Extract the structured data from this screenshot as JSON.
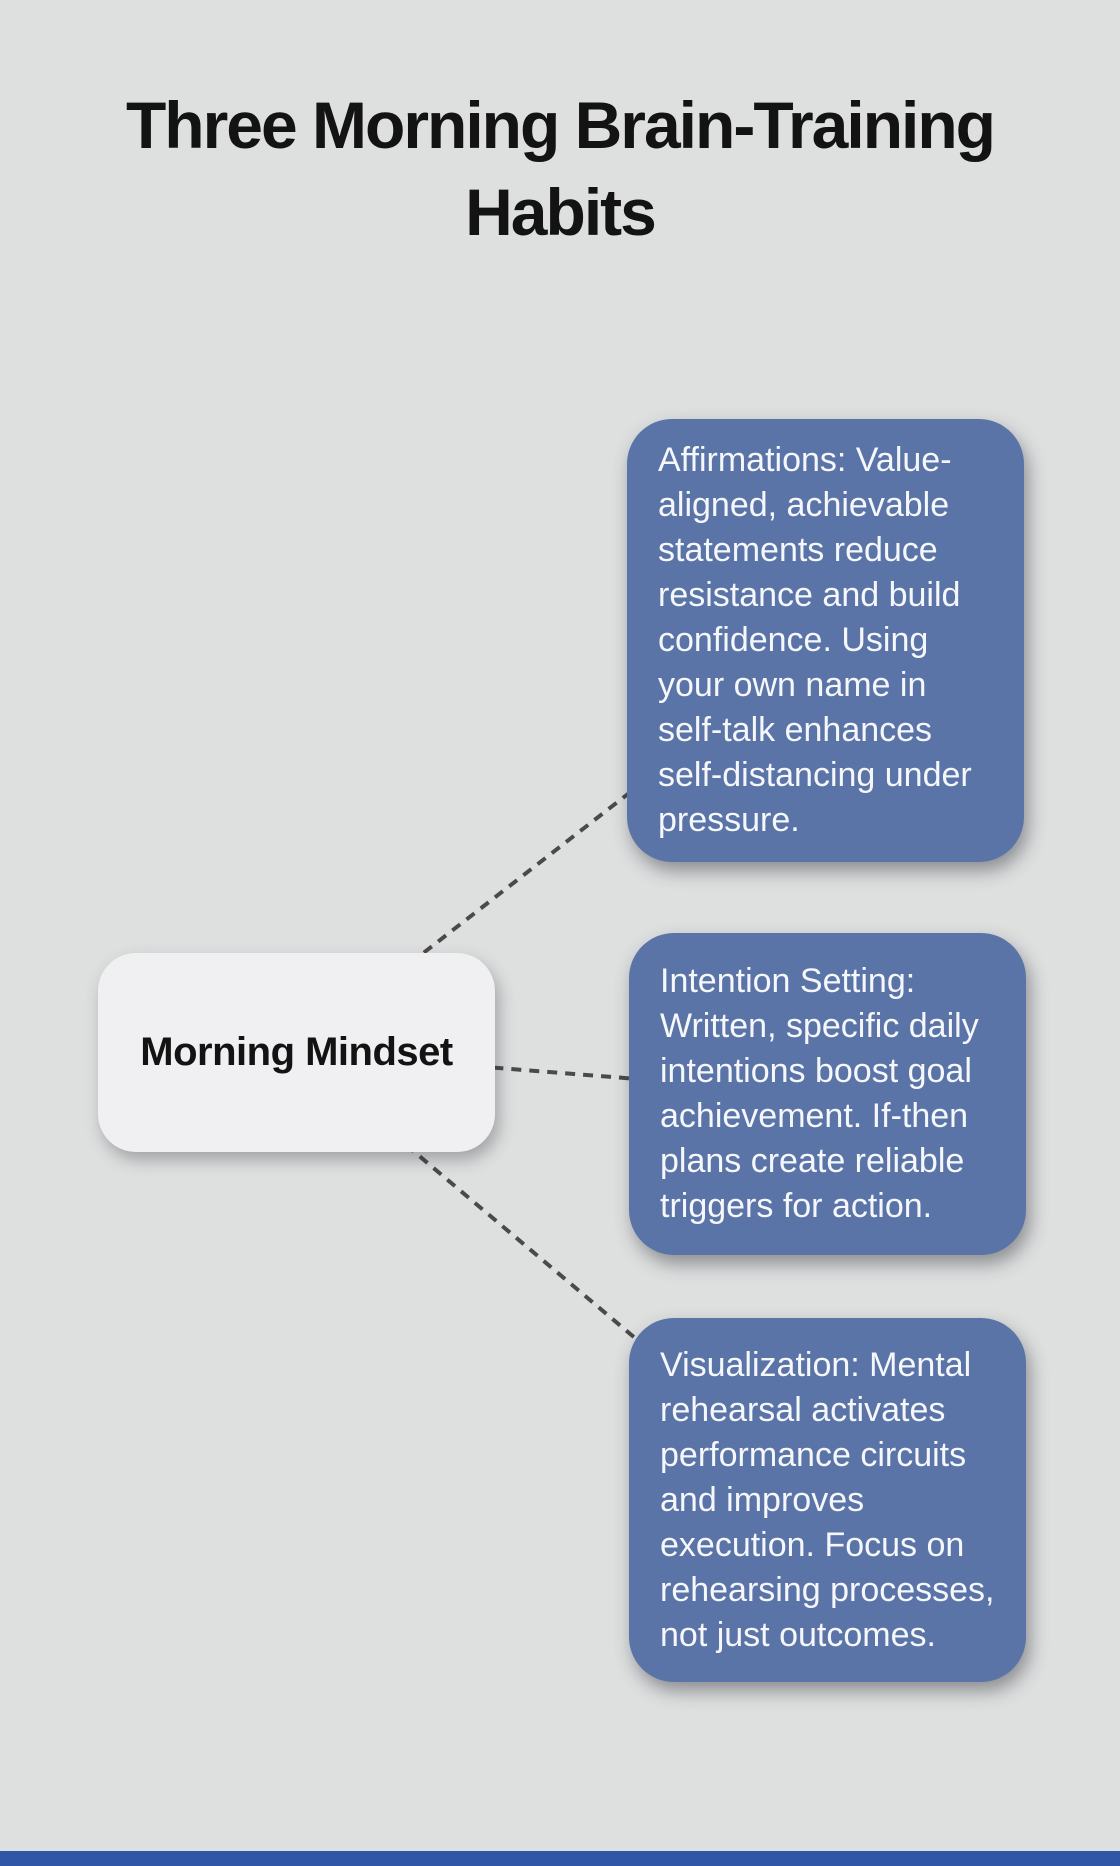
{
  "title": "Three Morning Brain-Training Habits",
  "diagram": {
    "root": {
      "label": "Morning Mindset"
    },
    "branches": [
      {
        "id": "affirmations",
        "label": "Affirmations: Value-aligned, achievable statements reduce resistance and build confidence. Using your own name in self-talk enhances self-distancing under pressure."
      },
      {
        "id": "intention-setting",
        "label": "Intention Setting: Written, specific daily intentions boost goal achievement. If-then plans create reliable triggers for action."
      },
      {
        "id": "visualization",
        "label": "Visualization: Mental rehearsal activates performance circuits and improves execution. Focus on rehearsing processes, not just outcomes."
      }
    ]
  },
  "colors": {
    "background": "#dee0e0",
    "title_text": "#131313",
    "branch_box": "#5b74a8",
    "branch_text": "#f5f7fa",
    "root_box": "#f0f0f2",
    "root_text": "#131313",
    "connector": "#4a4a4a",
    "footer_bar": "#3056a8"
  }
}
